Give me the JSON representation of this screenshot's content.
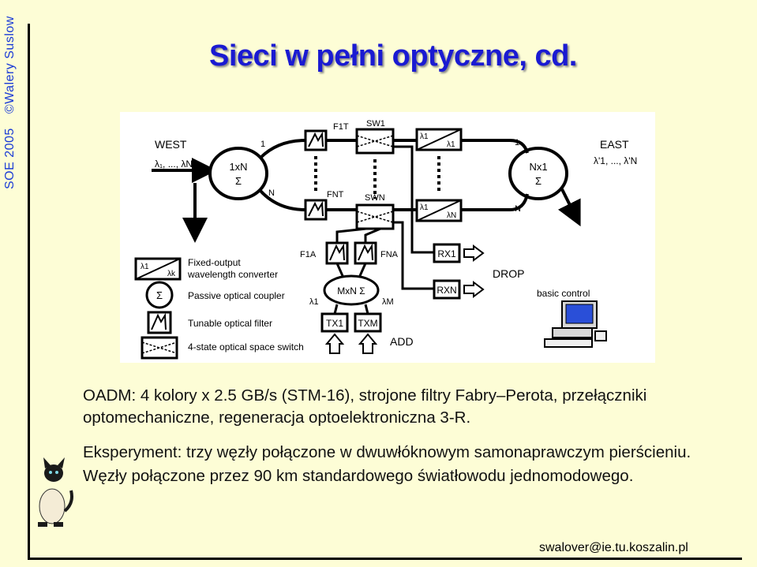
{
  "side_label": {
    "year": "SOE 2005",
    "author": "©Walery Suslow"
  },
  "title": "Sieci w pełni optyczne, cd.",
  "paragraphs": [
    "OADM: 4 kolory x 2.5 GB/s (STM-16), strojone filtry Fabry–Perota, przełączniki",
    "optomechaniczne, regeneracja optoelektroniczna 3-R.",
    "Eksperyment: trzy węzły połączone w dwuwłóknowym samonaprawczym pierścieniu.",
    "Węzły połączone przez 90 km standardowego światłowodu jednomodowego."
  ],
  "footer_email": "swalover@ie.tu.koszalin.pl",
  "diagram": {
    "west": "WEST",
    "west_lambda": "λ₁, ..., λN",
    "east": "EAST",
    "east_lambda": "λ'1, ..., λ'N",
    "demux": "1xN",
    "mux": "Nx1",
    "sigma": "Σ",
    "port_1": "1",
    "port_n": "N",
    "filter_top": "F1T",
    "filter_bottom": "FNT",
    "switch_top": "SW1",
    "switch_bottom": "SWN",
    "conv_top_in": "λ1",
    "conv_top_out": "λ1",
    "conv_bot_in": "λ1",
    "conv_bot_out": "λN",
    "filter_add1": "F1A",
    "filter_addn": "FNA",
    "rx1": "RX1",
    "rxn": "RXN",
    "drop": "DROP",
    "coupler": "MxN Σ",
    "lambda_1": "λ1",
    "lambda_m": "λM",
    "tx1": "TX1",
    "txm": "TXM",
    "add": "ADD",
    "basic_control": "basic control",
    "legend": [
      {
        "icon": "converter",
        "label": "Fixed-output",
        "label2": "wavelength converter"
      },
      {
        "icon": "coupler",
        "label": "Passive optical coupler"
      },
      {
        "icon": "filter",
        "label": "Tunable optical filter"
      },
      {
        "icon": "switch",
        "label": "4-state optical space switch"
      }
    ]
  }
}
